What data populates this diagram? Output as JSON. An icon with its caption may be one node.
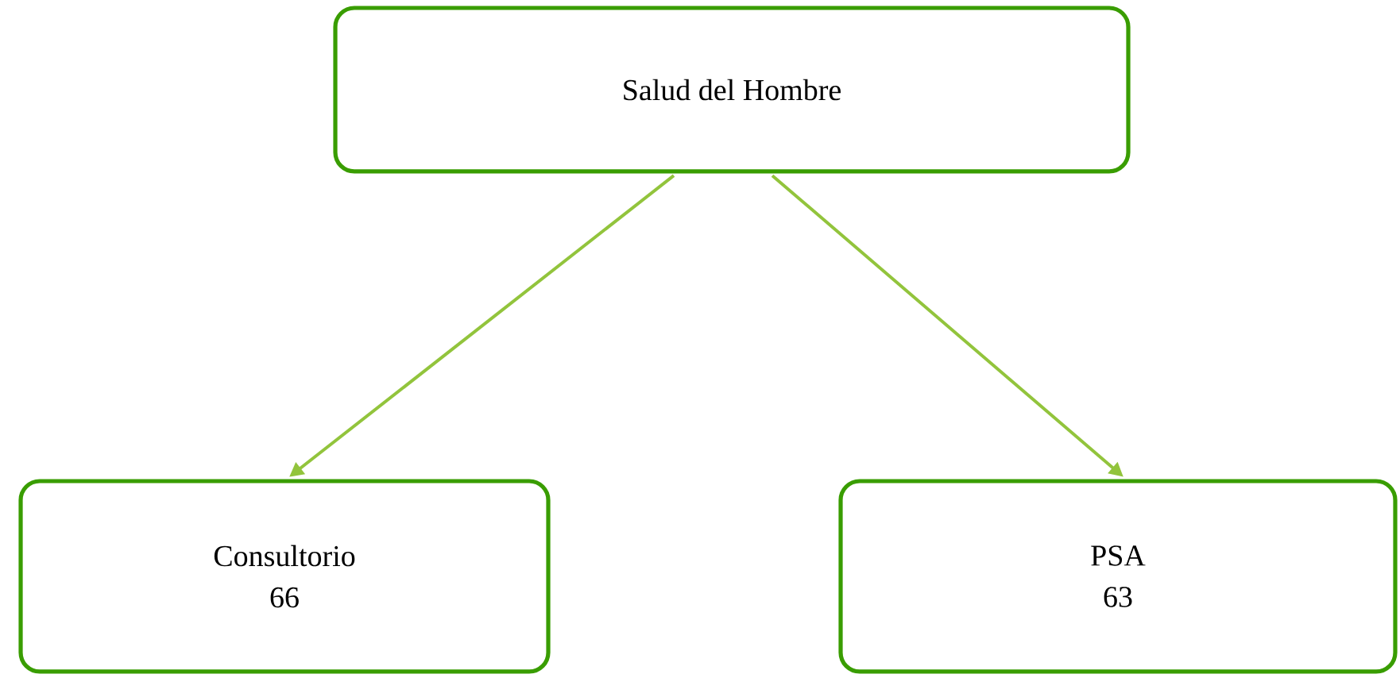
{
  "diagram": {
    "nodes": [
      {
        "text": [
          "Salud del Hombre"
        ]
      },
      {
        "text": [
          "Consultorio",
          "66"
        ]
      },
      {
        "text": [
          "PSA",
          "63"
        ]
      }
    ],
    "edges": [
      {
        "from": 0,
        "to": 1,
        "arrow": "to"
      },
      {
        "from": 0,
        "to": 2,
        "arrow": "to"
      }
    ]
  }
}
